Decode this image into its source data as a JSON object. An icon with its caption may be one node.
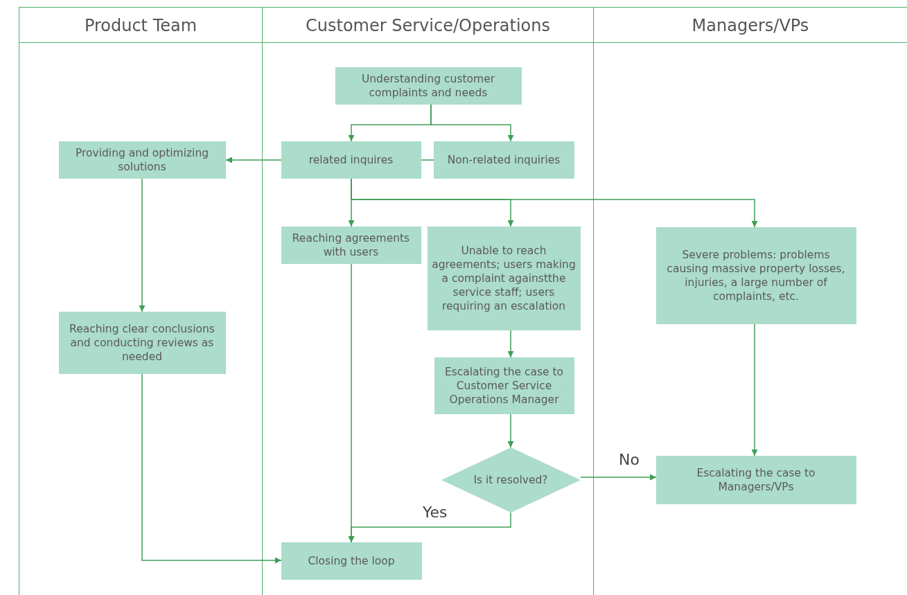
{
  "diagram": {
    "nodes": [
      {
        "text": [
          "Product Team"
        ]
      },
      {
        "text": [
          "Customer Service/Operations"
        ]
      },
      {
        "text": [
          "Managers/VPs"
        ]
      },
      {
        "text": [
          "Understanding customer complaints and needs"
        ],
        "in": 1
      },
      {
        "text": [
          "related inquires"
        ],
        "in": 1
      },
      {
        "text": [
          "Non-related inquiries"
        ],
        "in": 1
      },
      {
        "text": [
          "Providing and optimizing solutions"
        ],
        "in": 0
      },
      {
        "text": [
          "Reaching agreements with users"
        ],
        "in": 1
      },
      {
        "text": [
          "Unable to reach agreements; users making a complaint againstthe service staff; users requiring an escalation"
        ],
        "in": 1
      },
      {
        "text": [
          "Severe problems: problems causing massive property losses, injuries, a large number of complaints, etc."
        ],
        "in": 2
      },
      {
        "text": [
          "Reaching clear conclusions and conducting reviews as needed"
        ],
        "in": 0
      },
      {
        "text": [
          "Escalating the case to Customer Service Operations Manager"
        ],
        "in": 1
      },
      {
        "text": [
          "Is it resolved?"
        ],
        "in": 1
      },
      {
        "text": [
          "Escalating the case to Managers/VPs"
        ],
        "in": 2
      },
      {
        "text": [
          "Closing the loop"
        ],
        "in": 1
      }
    ],
    "edges": [
      {
        "from": 3,
        "to": 4,
        "arrow": "to"
      },
      {
        "from": 3,
        "to": 5,
        "arrow": "to"
      },
      {
        "from": 4,
        "to": 6,
        "arrow": "to"
      },
      {
        "from": 5,
        "to": 4,
        "arrow": "none"
      },
      {
        "from": 4,
        "to": 7,
        "arrow": "to"
      },
      {
        "from": 4,
        "to": 8,
        "arrow": "to"
      },
      {
        "from": 4,
        "to": 9,
        "arrow": "to"
      },
      {
        "from": 6,
        "to": 10,
        "arrow": "to"
      },
      {
        "from": 8,
        "to": 11,
        "arrow": "to"
      },
      {
        "from": 11,
        "to": 12,
        "arrow": "to"
      },
      {
        "from": 12,
        "to": 13,
        "arrow": "to",
        "label": "No"
      },
      {
        "from": 12,
        "to": 14,
        "arrow": "to",
        "label": "Yes"
      },
      {
        "from": 7,
        "to": 14,
        "arrow": "to"
      },
      {
        "from": 10,
        "to": 14,
        "arrow": "to"
      },
      {
        "from": 9,
        "to": 13,
        "arrow": "to"
      }
    ]
  }
}
